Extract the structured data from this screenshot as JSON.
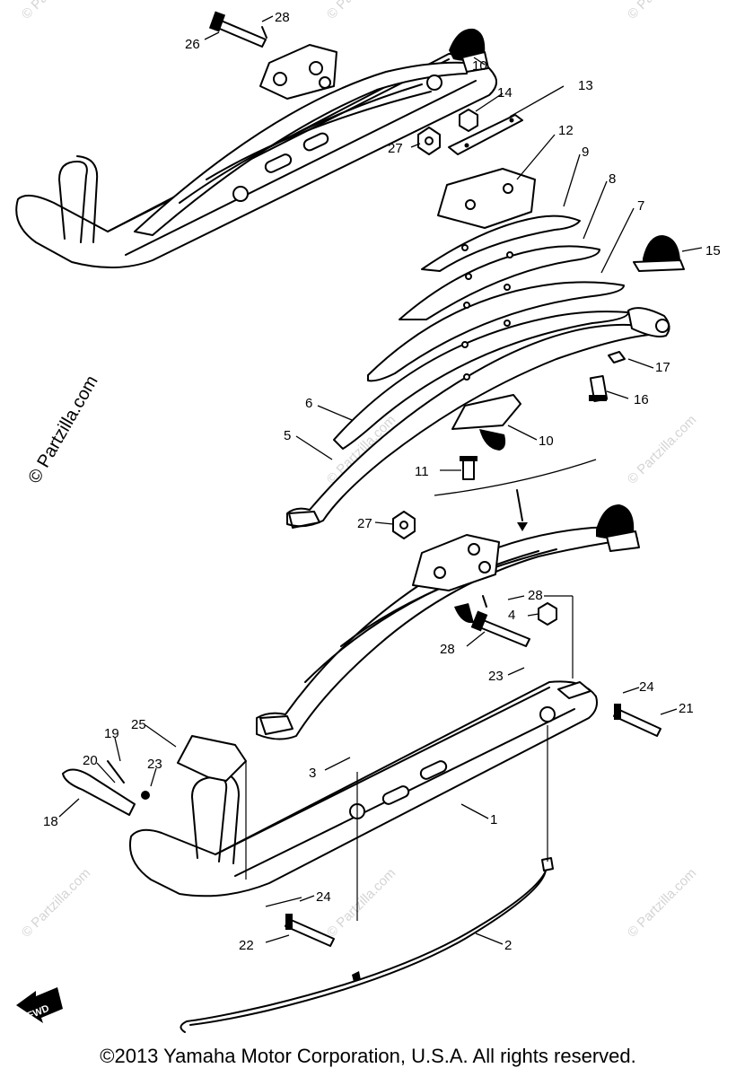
{
  "watermark": "© Partzilla.com",
  "side_watermark": "© Partzilla.com",
  "copyright": "©2013 Yamaha Motor Corporation, U.S.A. All rights reserved.",
  "fwd_label": "FWD",
  "callouts": [
    "1",
    "2",
    "3",
    "4",
    "5",
    "6",
    "7",
    "8",
    "9",
    "10",
    "11",
    "12",
    "13",
    "14",
    "15",
    "16",
    "17",
    "18",
    "19",
    "20",
    "21",
    "22",
    "23",
    "23",
    "24",
    "24",
    "25",
    "26",
    "27",
    "27",
    "28",
    "28",
    "28"
  ]
}
